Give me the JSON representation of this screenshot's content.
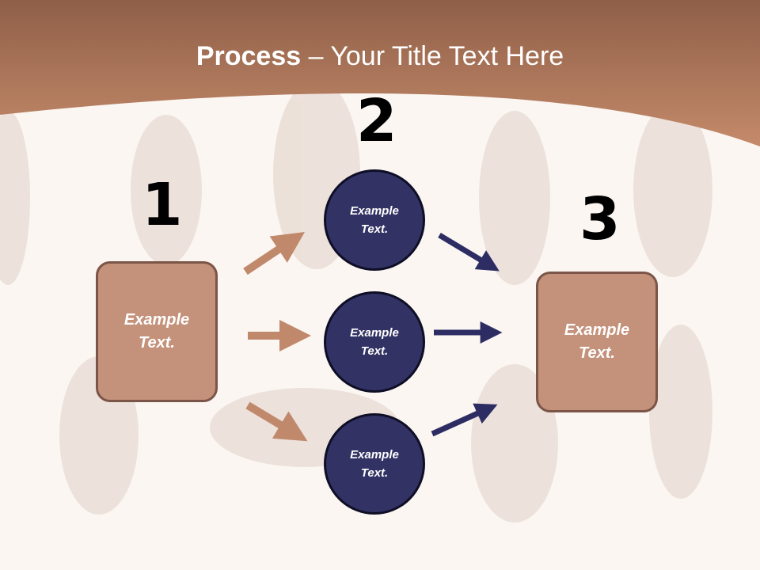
{
  "title": {
    "bold": "Process",
    "rest": " – Your Title Text Here"
  },
  "steps": [
    {
      "number": "1",
      "label": "Example Text."
    },
    {
      "number": "2",
      "items": [
        "Example Text.",
        "Example Text.",
        "Example Text."
      ]
    },
    {
      "number": "3",
      "label": "Example Text."
    }
  ],
  "colors": {
    "header": "#b27b5e",
    "box_fill": "#c4917a",
    "box_border": "#7b5547",
    "circle_fill": "#323264",
    "arrow_brown": "#c0896c",
    "arrow_navy": "#2d2d64"
  }
}
